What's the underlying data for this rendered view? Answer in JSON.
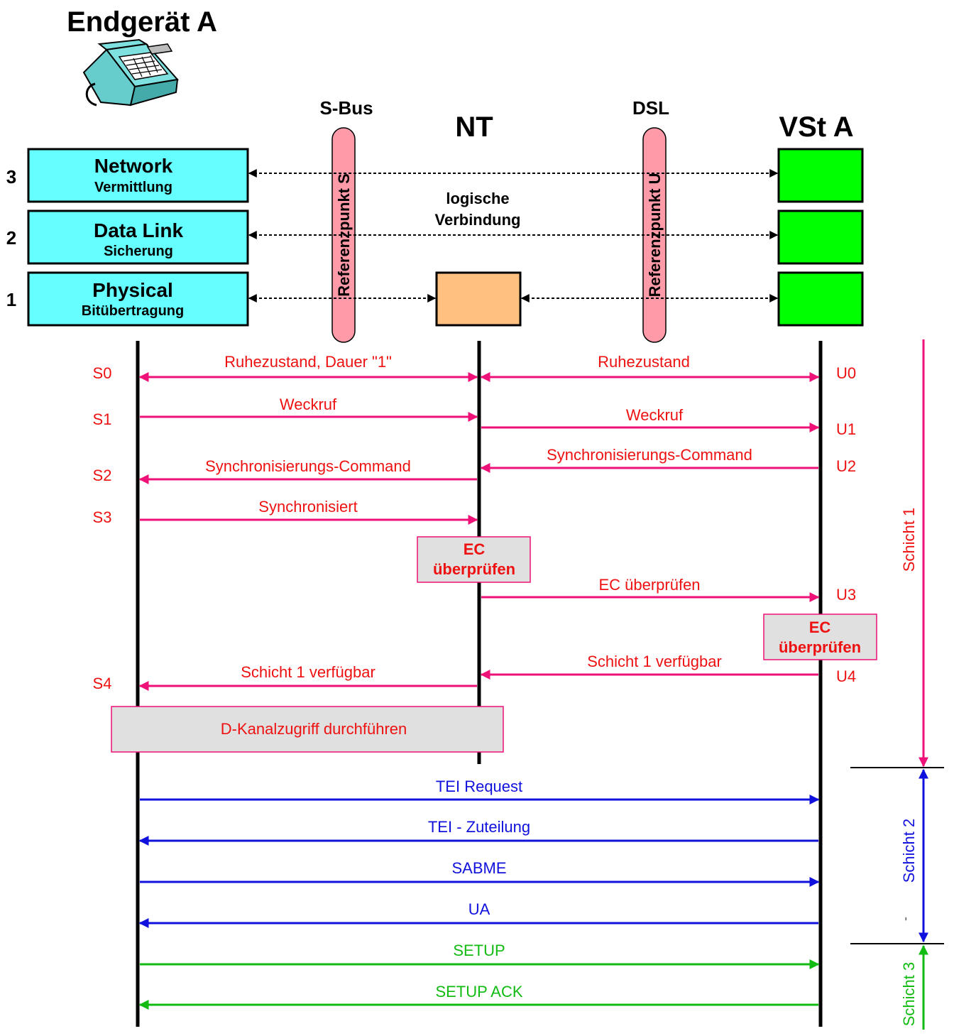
{
  "header": {
    "terminal_title": "Endgerät A",
    "nt_title": "NT",
    "vst_title": "VSt A",
    "sbus_label": "S-Bus",
    "dsl_label": "DSL"
  },
  "icons": {
    "terminal": "telephone-icon"
  },
  "layers": [
    {
      "number": "3",
      "name": "Network",
      "sub": "Vermittlung"
    },
    {
      "number": "2",
      "name": "Data Link",
      "sub": "Sicherung"
    },
    {
      "number": "1",
      "name": "Physical",
      "sub": "Bitübertragung"
    }
  ],
  "reference_points": {
    "s": "Referenzpunkt S",
    "u": "Referenzpunkt U"
  },
  "logical_connection": {
    "line1": "logische",
    "line2": "Verbindung"
  },
  "states_s": [
    "S0",
    "S1",
    "S2",
    "S3",
    "S4"
  ],
  "states_u": [
    "U0",
    "U1",
    "U2",
    "U3",
    "U4"
  ],
  "messages": {
    "s0": "Ruhezustand, Dauer \"1\"",
    "u0": "Ruhezustand",
    "s1": "Weckruf",
    "u1": "Weckruf",
    "u2": "Synchronisierungs-Command",
    "s2": "Synchronisierungs-Command",
    "s3": "Synchronisiert",
    "u3": "EC überprüfen",
    "u4": "Schicht 1 verfügbar",
    "s4": "Schicht 1 verfügbar",
    "tei_request": "TEI Request",
    "tei_assign": "TEI - Zuteilung",
    "sabme": "SABME",
    "ua": "UA",
    "setup": "SETUP",
    "setup_ack": "SETUP ACK"
  },
  "boxes": {
    "ec_nt_line1": "EC",
    "ec_nt_line2": "überprüfen",
    "ec_vst_line1": "EC",
    "ec_vst_line2": "überprüfen",
    "d_channel": "D-Kanalzugriff durchführen"
  },
  "phases": {
    "schicht1": "Schicht 1",
    "schicht2": "Schicht 2",
    "schicht3": "Schicht 3",
    "dash": "-"
  },
  "colors": {
    "layer1_messages": "#ee1177",
    "layer2_messages": "#1111dd",
    "layer3_messages": "#11bb11",
    "state_labels": "#ee1111",
    "osi_box": "#66ffff",
    "vst_box": "#00ff00",
    "nt_box": "#ffc080",
    "reference_pillar": "#ff9aa8",
    "note_box": "#e0e0e0"
  }
}
